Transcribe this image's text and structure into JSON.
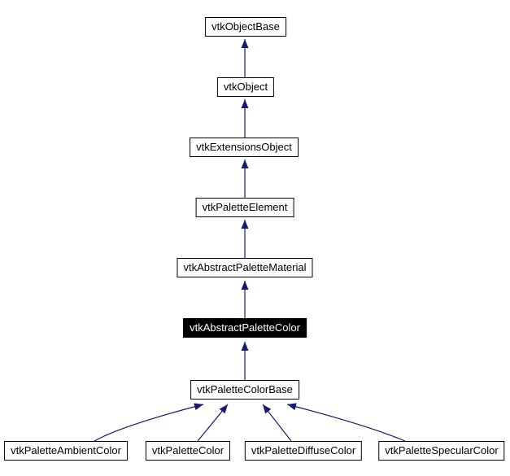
{
  "diagram": {
    "type": "class-inheritance-graph",
    "current_class": "vtkAbstractPaletteColor",
    "colors": {
      "edge": "#191970",
      "node_border": "#000000",
      "node_background": "#ffffff",
      "highlight_background": "#000000",
      "highlight_text": "#ffffff"
    },
    "nodes": [
      {
        "label": "vtkObjectBase",
        "highlighted": false
      },
      {
        "label": "vtkObject",
        "highlighted": false
      },
      {
        "label": "vtkExtensionsObject",
        "highlighted": false
      },
      {
        "label": "vtkPaletteElement",
        "highlighted": false
      },
      {
        "label": "vtkAbstractPaletteMaterial",
        "highlighted": false
      },
      {
        "label": "vtkAbstractPaletteColor",
        "highlighted": true
      },
      {
        "label": "vtkPaletteColorBase",
        "highlighted": false
      },
      {
        "label": "vtkPaletteAmbientColor",
        "highlighted": false
      },
      {
        "label": "vtkPaletteColor",
        "highlighted": false
      },
      {
        "label": "vtkPaletteDiffuseColor",
        "highlighted": false
      },
      {
        "label": "vtkPaletteSpecularColor",
        "highlighted": false
      }
    ],
    "edges": [
      {
        "from": "vtkObject",
        "to": "vtkObjectBase"
      },
      {
        "from": "vtkExtensionsObject",
        "to": "vtkObject"
      },
      {
        "from": "vtkPaletteElement",
        "to": "vtkExtensionsObject"
      },
      {
        "from": "vtkAbstractPaletteMaterial",
        "to": "vtkPaletteElement"
      },
      {
        "from": "vtkAbstractPaletteColor",
        "to": "vtkAbstractPaletteMaterial"
      },
      {
        "from": "vtkPaletteColorBase",
        "to": "vtkAbstractPaletteColor"
      },
      {
        "from": "vtkPaletteAmbientColor",
        "to": "vtkPaletteColorBase"
      },
      {
        "from": "vtkPaletteColor",
        "to": "vtkPaletteColorBase"
      },
      {
        "from": "vtkPaletteDiffuseColor",
        "to": "vtkPaletteColorBase"
      },
      {
        "from": "vtkPaletteSpecularColor",
        "to": "vtkPaletteColorBase"
      }
    ]
  }
}
